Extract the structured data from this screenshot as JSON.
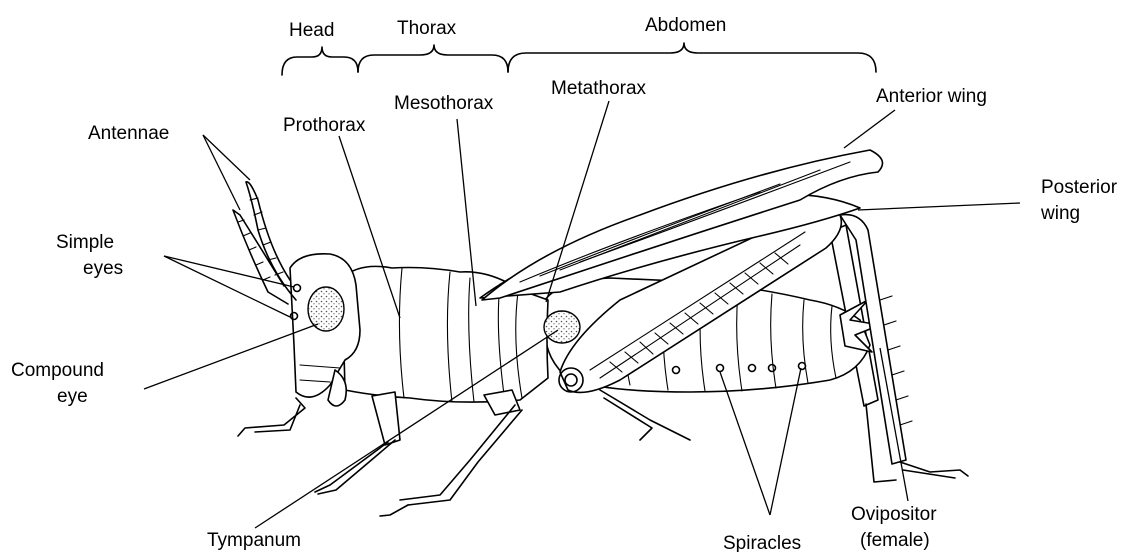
{
  "regions": {
    "head": "Head",
    "thorax": "Thorax",
    "abdomen": "Abdomen"
  },
  "labels": {
    "antennae": "Antennae",
    "simple_eyes_1": "Simple",
    "simple_eyes_2": "eyes",
    "compound_eye_1": "Compound",
    "compound_eye_2": "eye",
    "prothorax": "Prothorax",
    "mesothorax": "Mesothorax",
    "metathorax": "Metathorax",
    "anterior_wing": "Anterior wing",
    "posterior_wing_1": "Posterior",
    "posterior_wing_2": "wing",
    "tympanum": "Tympanum",
    "spiracles": "Spiracles",
    "ovipositor_1": "Ovipositor",
    "ovipositor_2": "(female)"
  }
}
